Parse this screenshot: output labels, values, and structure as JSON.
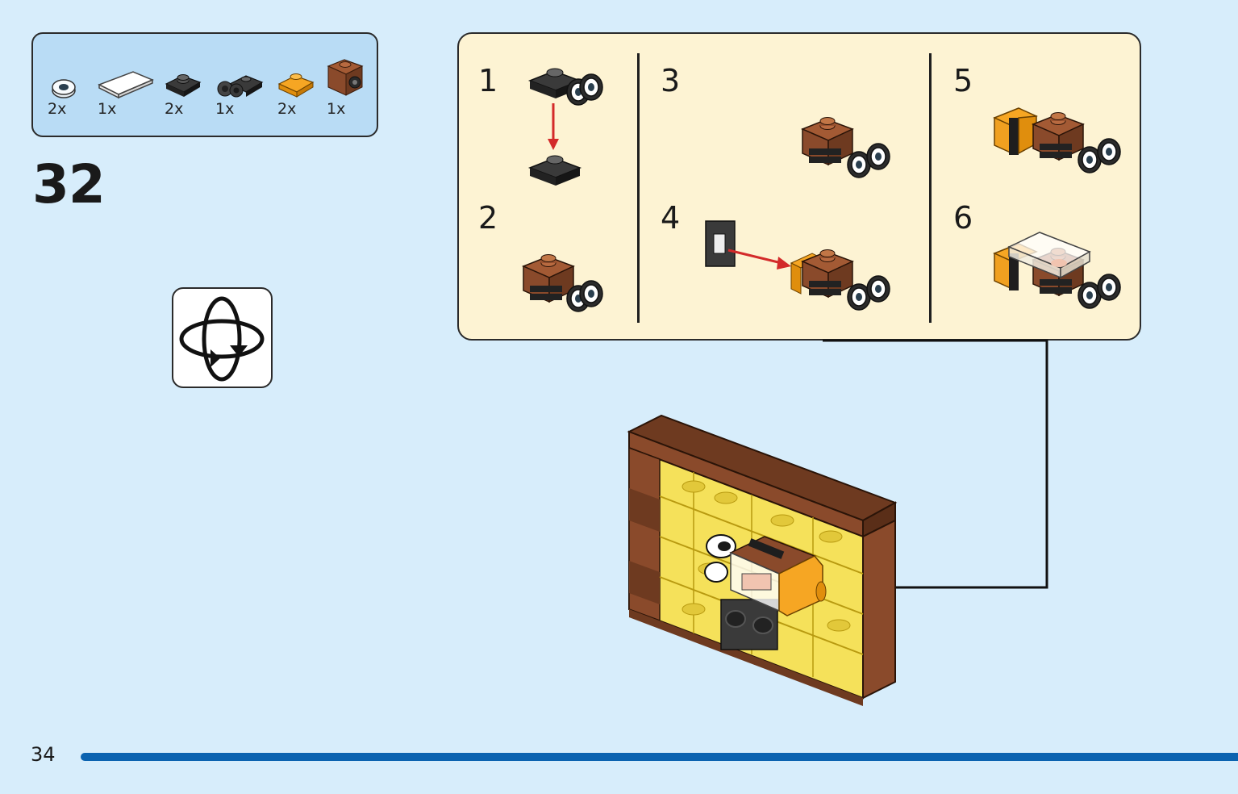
{
  "parts_list": {
    "items": [
      {
        "qty": "2x",
        "icon": "white-wheel-icon"
      },
      {
        "qty": "1x",
        "icon": "transparent-tile-icon"
      },
      {
        "qty": "2x",
        "icon": "black-plate-icon"
      },
      {
        "qty": "1x",
        "icon": "wheel-holder-plate-icon"
      },
      {
        "qty": "2x",
        "icon": "orange-plate-icon"
      },
      {
        "qty": "1x",
        "icon": "brown-bracket-icon"
      }
    ]
  },
  "step": {
    "number": "32"
  },
  "rotate": {
    "icon": "rotate-model-icon"
  },
  "sub_steps": [
    {
      "number": "1"
    },
    {
      "number": "2"
    },
    {
      "number": "3"
    },
    {
      "number": "4"
    },
    {
      "number": "5"
    },
    {
      "number": "6"
    }
  ],
  "page": {
    "number": "34"
  },
  "colors": {
    "background": "#d7edfb",
    "parts_box": "#b9dcf5",
    "sub_panel": "#fdf3d3",
    "page_bar": "#0b63b0",
    "arrow_red": "#d32a2a",
    "brick_brown": "#8a4a2b",
    "brick_orange": "#f6a623",
    "brick_yellow": "#f5e15a"
  }
}
